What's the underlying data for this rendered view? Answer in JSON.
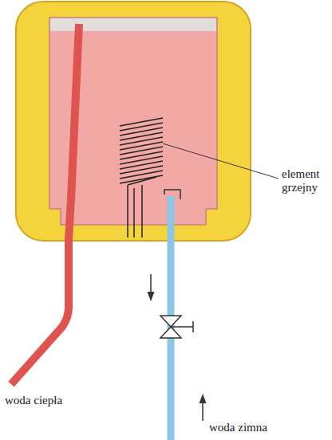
{
  "diagram": {
    "labels": [
      "element grzejny",
      "woda ciepła",
      "woda zimna"
    ]
  }
}
